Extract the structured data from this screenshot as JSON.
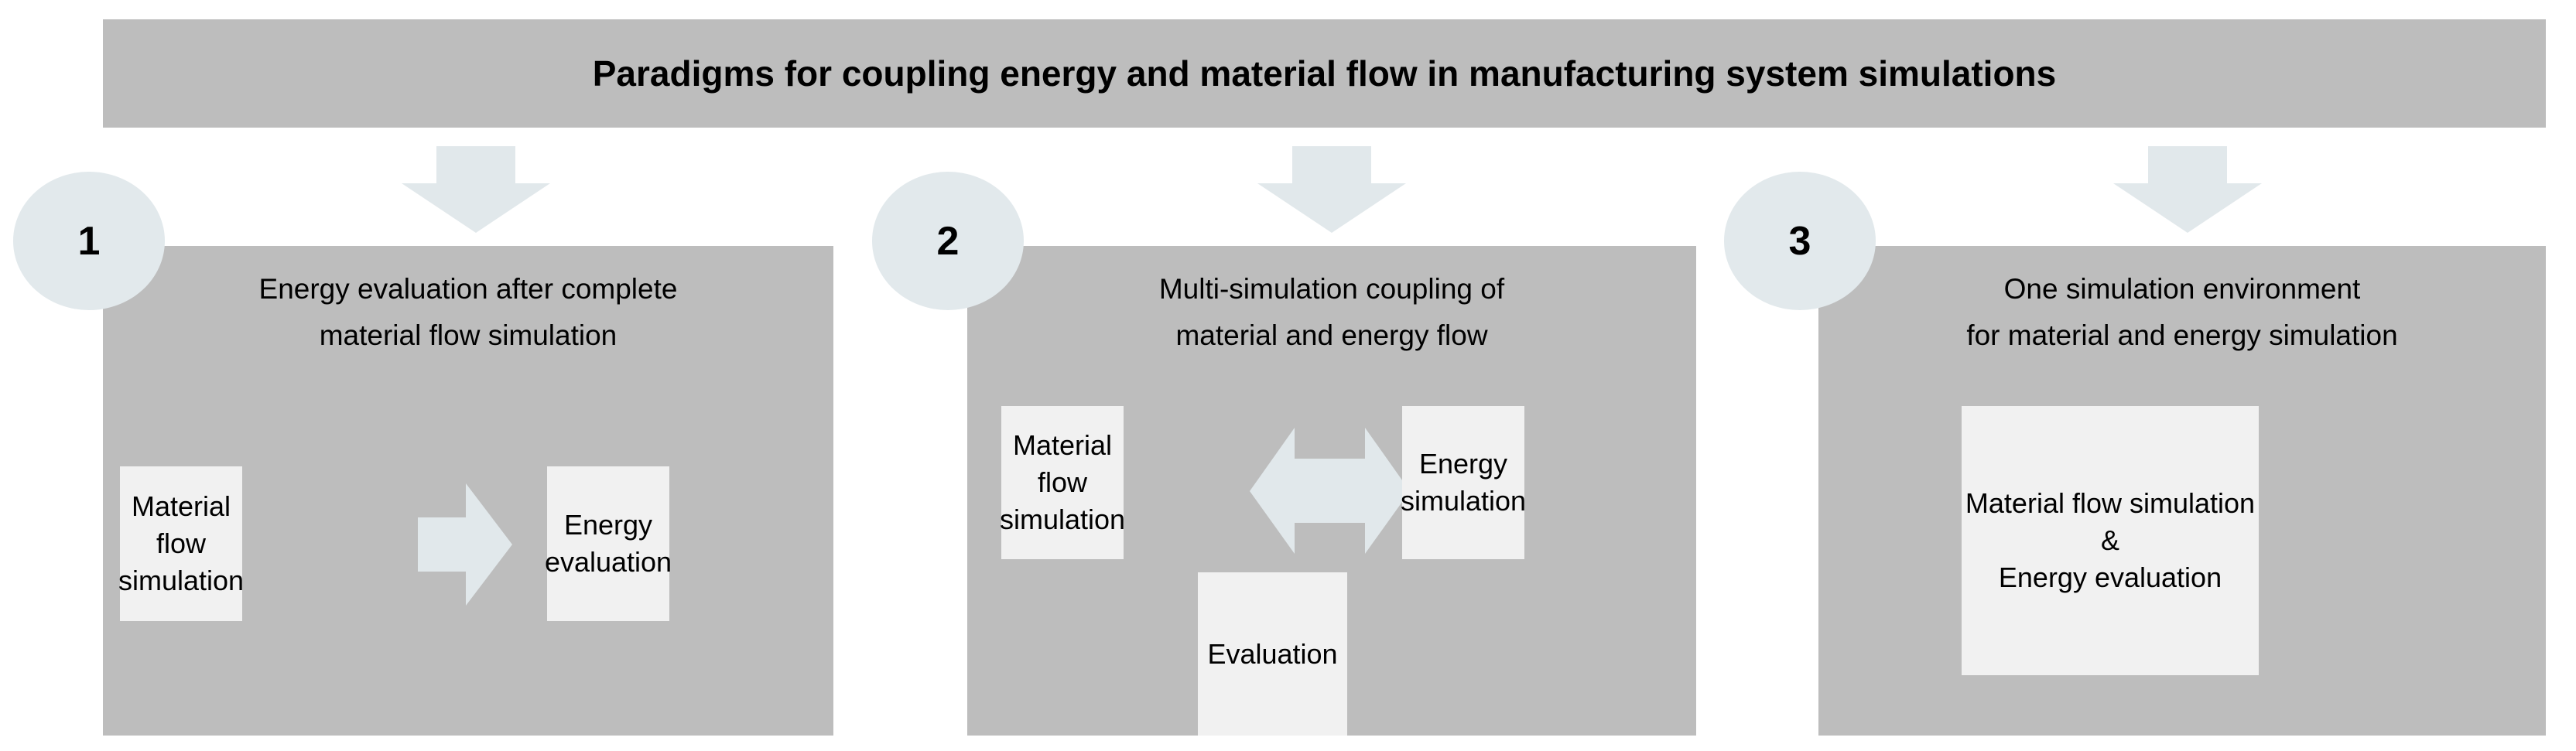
{
  "title": {
    "text": "Paradigms for coupling energy and material flow in manufacturing system simulations"
  },
  "colors": {
    "canvas": "#ffffff",
    "banner_fill": "#bdbdbd",
    "panel_fill": "#bdbdbd",
    "box_fill": "#f1f1f1",
    "arrow_fill": "#e1e8eb",
    "badge_fill": "#e2e9ec",
    "text": "#000000"
  },
  "paradigms": [
    {
      "number": "1",
      "heading_line1": "Energy evaluation after complete",
      "heading_line2": "material flow simulation",
      "down_arrow_icon": "down-arrow-icon",
      "boxes": [
        {
          "line1": "Material",
          "line2": "flow",
          "line3": "simulation"
        },
        {
          "line1": "Energy",
          "line2": "evaluation"
        }
      ],
      "connector_icon": "right-arrow-icon"
    },
    {
      "number": "2",
      "heading_line1": "Multi-simulation coupling of",
      "heading_line2": "material and energy flow",
      "down_arrow_icon": "down-arrow-icon",
      "boxes": [
        {
          "line1": "Material",
          "line2": "flow",
          "line3": "simulation"
        },
        {
          "line1": "Energy",
          "line2": "simulation"
        },
        {
          "line1": "Evaluation"
        }
      ],
      "connector_icon": "double-headed-arrow-icon"
    },
    {
      "number": "3",
      "heading_line1": "One simulation environment",
      "heading_line2": "for material and energy simulation",
      "down_arrow_icon": "down-arrow-icon",
      "boxes": [
        {
          "line1": "Material flow simulation",
          "line2": "&",
          "line3": "Energy evaluation"
        }
      ]
    }
  ]
}
